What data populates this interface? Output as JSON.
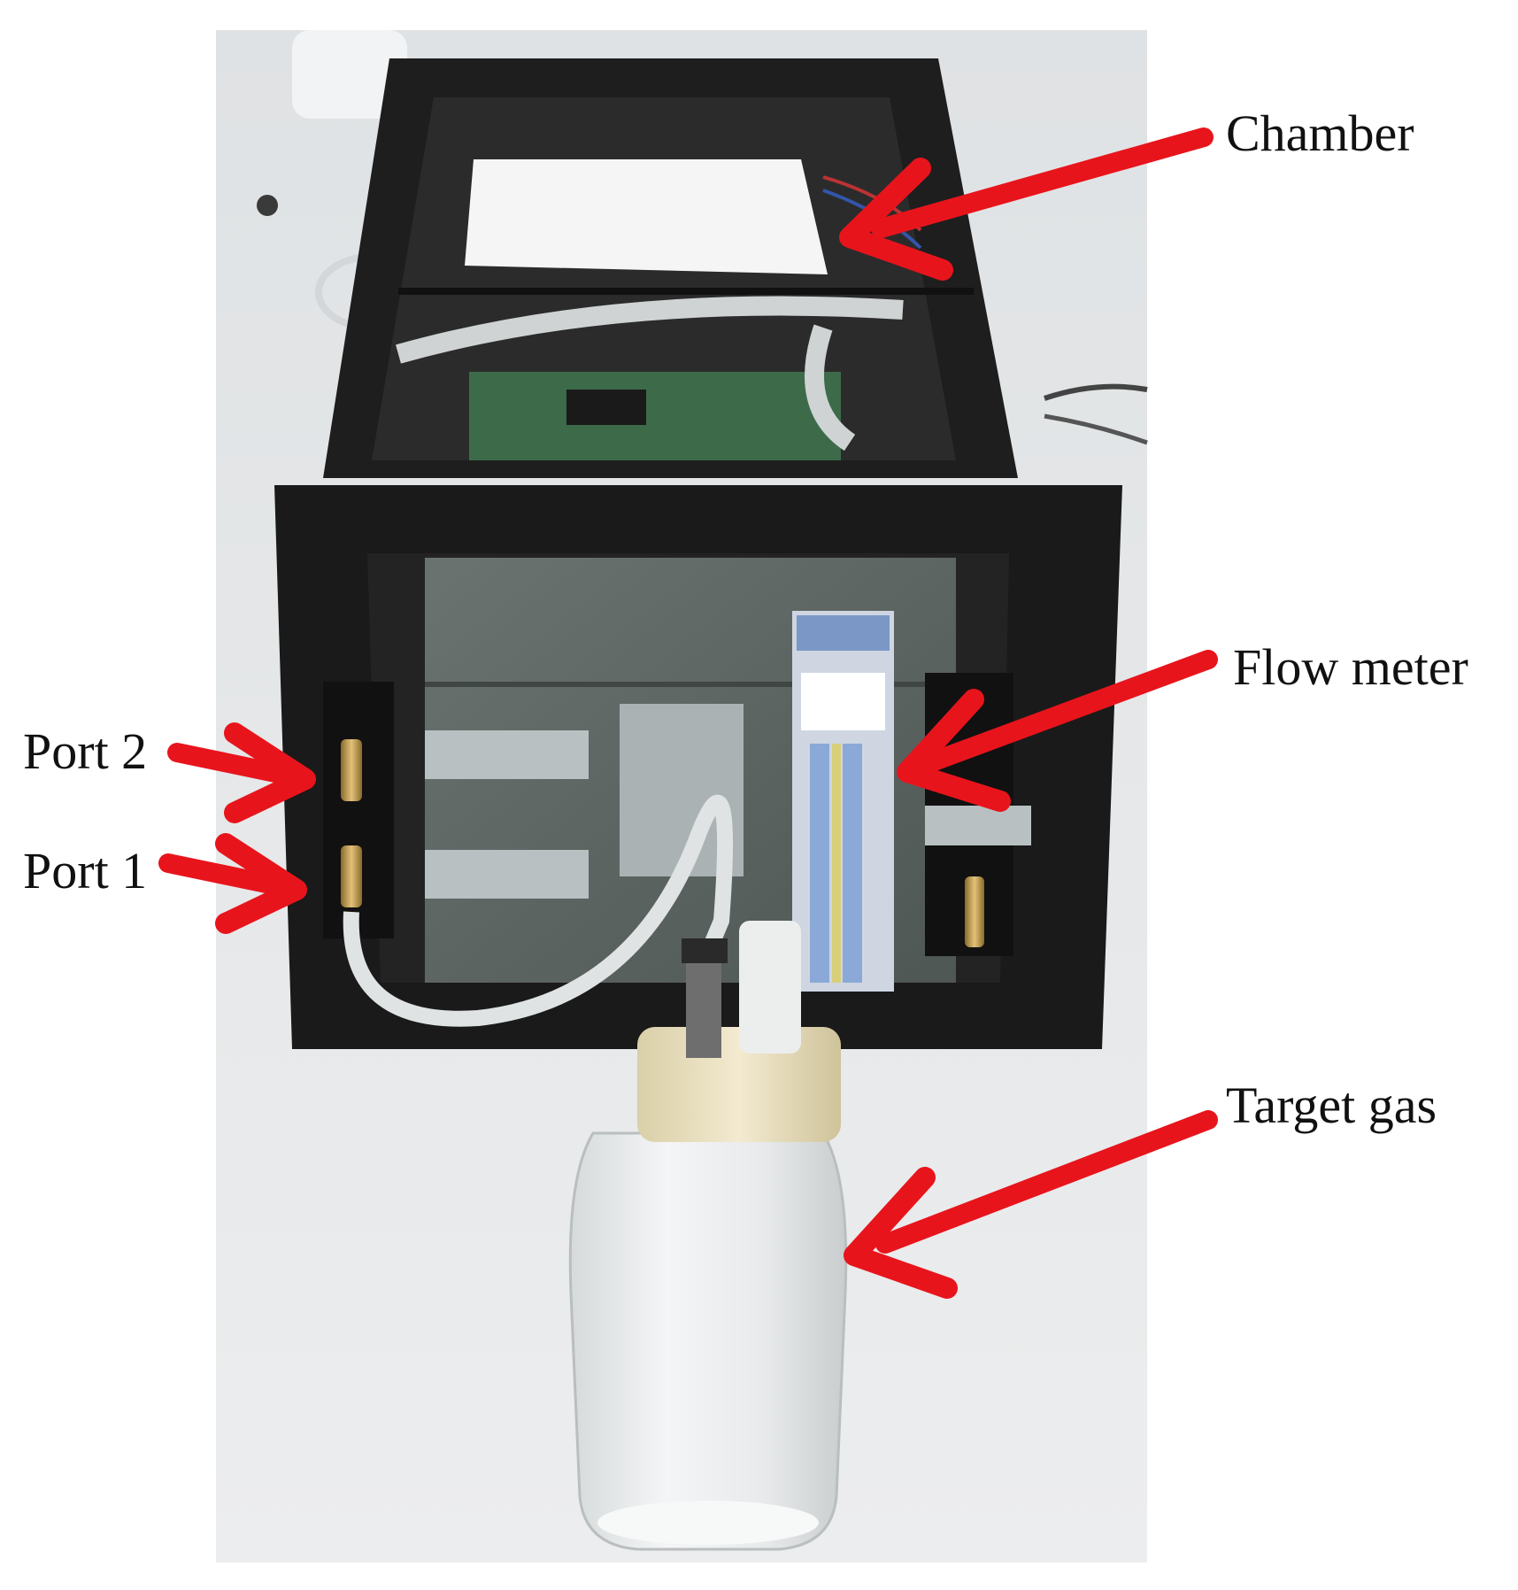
{
  "annotations": {
    "chamber": "Chamber",
    "flow_meter": "Flow meter",
    "port_2": "Port 2",
    "port_1": "Port 1",
    "target_gas": "Target gas"
  },
  "colors": {
    "arrow": "#e8141c",
    "background": "#ffffff",
    "bench": "#e4e6e8",
    "frame": "#1c1c1c",
    "panel": "#5d6663"
  }
}
